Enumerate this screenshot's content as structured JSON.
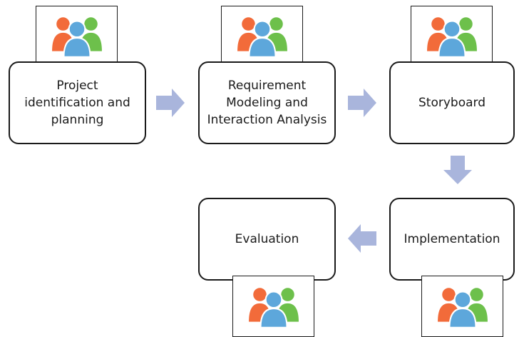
{
  "steps": [
    {
      "label": "Project\nidentification and\nplanning"
    },
    {
      "label": "Requirement\nModeling and\nInteraction Analysis"
    },
    {
      "label": "Storyboard"
    },
    {
      "label": "Implementation"
    },
    {
      "label": "Evaluation"
    }
  ],
  "icon": {
    "name": "team-icon",
    "colors": {
      "left": "#F26B3A",
      "right": "#6DC04B",
      "center": "#5DA7DB"
    }
  },
  "arrow_color": "#A9B5DC"
}
